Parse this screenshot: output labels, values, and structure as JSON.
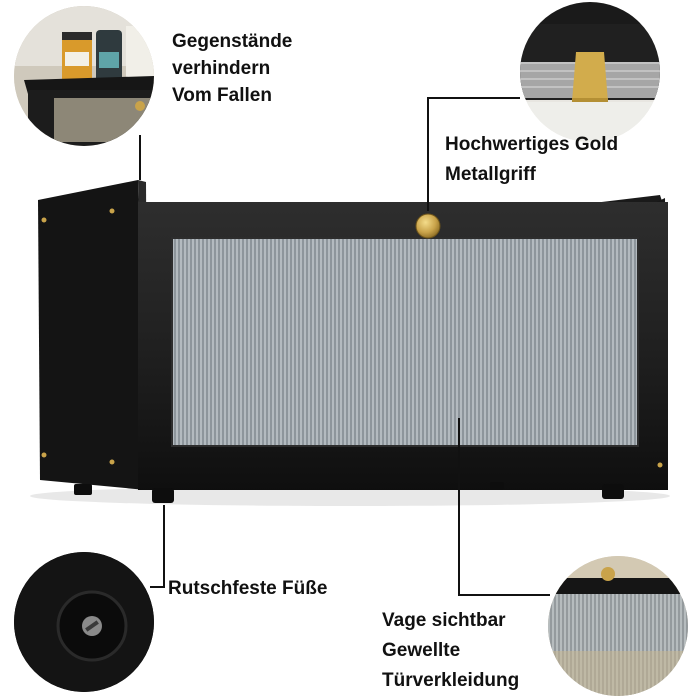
{
  "labels": {
    "top_left": [
      "Gegenstände",
      "verhindern",
      "Vom Fallen"
    ],
    "top_right": [
      "Hochwertiges Gold",
      "Metallgriff"
    ],
    "bottom_left": [
      "Rutschfeste Füße"
    ],
    "bottom_right": [
      "Vage sichtbar",
      "Gewellte",
      "Türverkleidung"
    ]
  },
  "colors": {
    "cabinet": "#121212",
    "panel_glass": "#8e969c",
    "gold": "#c9a34a",
    "text": "#111111"
  }
}
